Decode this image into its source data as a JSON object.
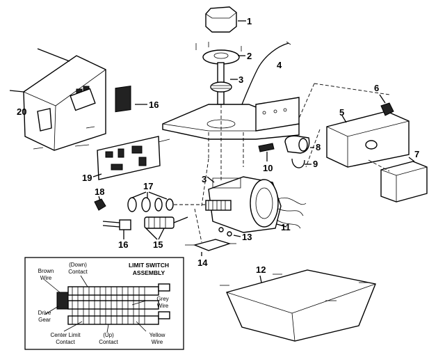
{
  "parts": {
    "p1": "1",
    "p2": "2",
    "p3a": "3",
    "p3b": "3",
    "p4": "4",
    "p5": "5",
    "p6": "6",
    "p7": "7",
    "p8": "8",
    "p9": "9",
    "p10": "10",
    "p11": "11",
    "p12": "12",
    "p13": "13",
    "p14": "14",
    "p15": "15",
    "p16a": "16",
    "p16b": "16",
    "p17": "17",
    "p18": "18",
    "p19": "19",
    "p20": "20"
  },
  "inset": {
    "title_line1": "LIMIT SWITCH",
    "title_line2": "ASSEMBLY",
    "down_contact_1": "(Down)",
    "down_contact_2": "Contact",
    "brown_wire_1": "Brown",
    "brown_wire_2": "Wire",
    "drive_gear_1": "Drive",
    "drive_gear_2": "Gear",
    "grey_wire_1": "Grey",
    "grey_wire_2": "Wire",
    "center_limit_1": "Center Limit",
    "center_limit_2": "Contact",
    "up_contact_1": "(Up)",
    "up_contact_2": "Contact",
    "yellow_wire_1": "Yellow",
    "yellow_wire_2": "Wire"
  }
}
